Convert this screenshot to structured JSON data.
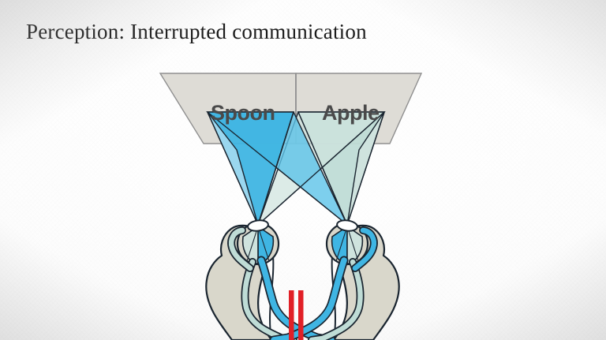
{
  "slide": {
    "title": "Perception: Interrupted communication",
    "background_color": "#f5f5f5",
    "title_color": "#1b1b1b"
  },
  "diagram": {
    "name": "visual-pathway-optic-chiasm-lesion",
    "visual_field": {
      "left_half_label": "Spoon",
      "right_half_label": "Apple",
      "panel_fill": "#dedcd6",
      "panel_stroke": "#8a8a8a",
      "label_color": "#4a4a4a"
    },
    "colors": {
      "outline": "#1a2530",
      "blue_strong": "#3fb5e3",
      "blue_light": "#97d6ee",
      "teal_pale": "#bfdcd6",
      "teal_lighter": "#d6e7e3",
      "head_fill": "#d9d7cb",
      "lens_white": "#ffffff",
      "lesion_red": "#e12027"
    },
    "parts": {
      "left_eye": "left-eye",
      "right_eye": "right-eye",
      "optic_chiasm": "optic-chiasm",
      "lesion_marker": "chiasm-lesion-bars",
      "left_cone_near": "left-eye-nasal-cone",
      "left_cone_far": "left-eye-temporal-cone",
      "right_cone_near": "right-eye-nasal-cone",
      "right_cone_far": "right-eye-temporal-cone"
    },
    "lesion": {
      "bar_count": 2,
      "color": "#e12027",
      "description": "vertical bars interrupting the optic chiasm"
    }
  }
}
